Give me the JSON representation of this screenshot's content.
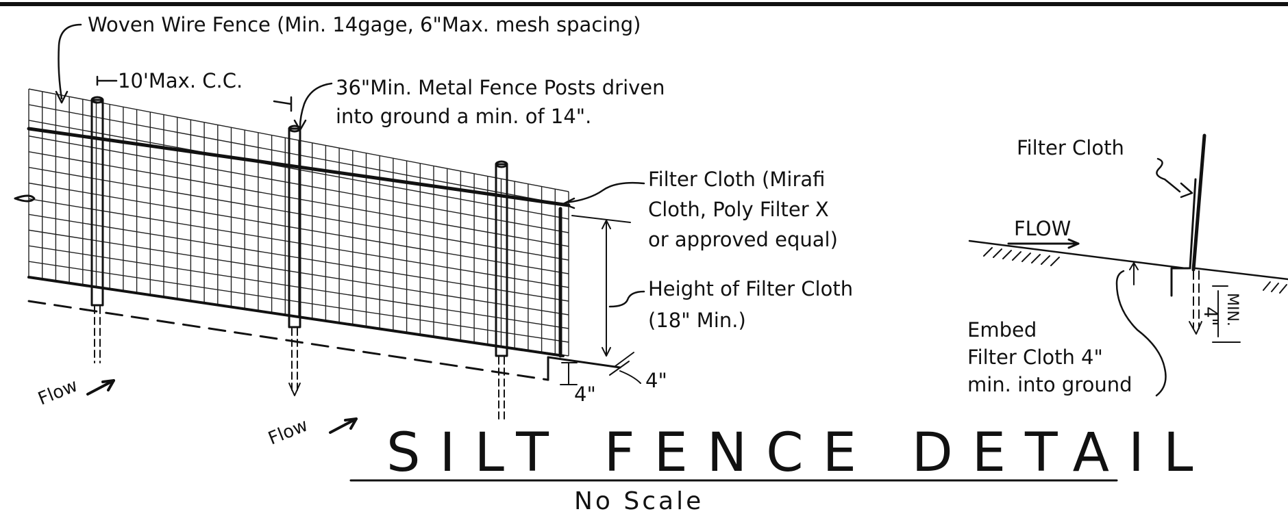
{
  "title": "SILT FENCE DETAIL",
  "subtitle": "No Scale",
  "labels": {
    "woven_wire": "Woven Wire Fence (Min. 14gage, 6\"Max. mesh spacing)",
    "post_spacing": "10'Max. C.C.",
    "posts_line1": "36\"Min. Metal Fence Posts driven",
    "posts_line2": "into ground a min. of 14\".",
    "filter_cloth_line1": "Filter Cloth (Mirafi",
    "filter_cloth_line2": "Cloth, Poly Filter X",
    "filter_cloth_line3": "or approved equal)",
    "height_line1": "Height of Filter Cloth",
    "height_line2": "(18\" Min.)",
    "dim_4_right": "4\"",
    "dim_4_bottom": "4\"",
    "flow_left": "Flow",
    "flow_center": "Flow",
    "section_filter_cloth": "Filter Cloth",
    "section_flow": "FLOW",
    "embed_line1": "Embed",
    "embed_line2": "Filter Cloth 4\"",
    "embed_line3": "min. into ground",
    "section_dim_4": "4\"",
    "section_dim_min": "MIN."
  }
}
